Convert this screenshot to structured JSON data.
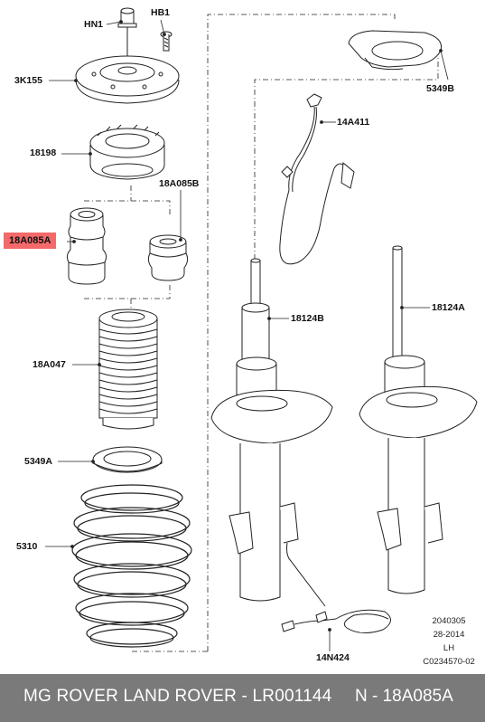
{
  "labels": {
    "hn1": "HN1",
    "hb1": "HB1",
    "k3155": "3K155",
    "n18198": "18198",
    "n18a085b": "18A085B",
    "n18a085a": "18A085A",
    "n18a047": "18A047",
    "n5349a": "5349A",
    "n5310": "5310",
    "n14a411": "14A411",
    "n5349b": "5349B",
    "n18124b": "18124B",
    "n18124a": "18124A",
    "n14n424": "14N424"
  },
  "info": {
    "line1": "2040305",
    "line2": "28-2014",
    "line3": "LH",
    "line4": "C0234570-02"
  },
  "footer": {
    "brands": "MG ROVER LAND ROVER - LR001144",
    "part": "N - 18A085A"
  },
  "colors": {
    "highlight": "#f46a6a",
    "footer_bg": "#7a7a7a"
  }
}
